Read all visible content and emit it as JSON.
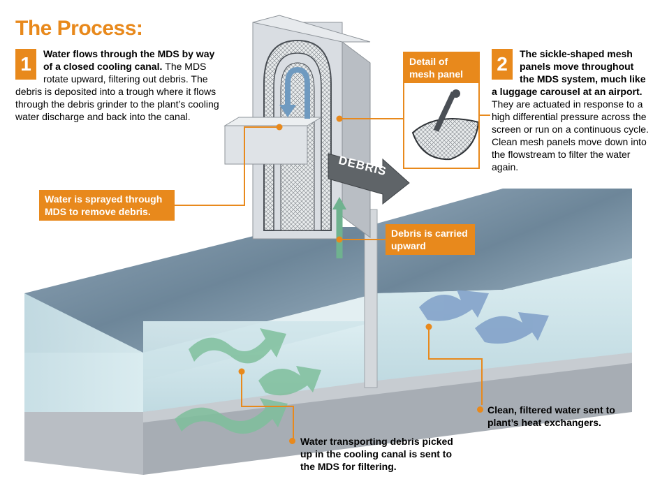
{
  "title": "The Process:",
  "step1": {
    "number": "1",
    "lead": "Water flows through the MDS by way of a closed cooling canal.",
    "body": "The MDS rotate upward, filtering out debris. The debris is deposited into a trough where it flows through the debris grinder to the plant’s cooling water discharge and back into the canal."
  },
  "step2": {
    "number": "2",
    "lead": "The sickle-shaped mesh panels move throughout the MDS system, much like a luggage carousel at an airport.",
    "body": "They are actuated in response to a high differential pressure across the screen or run on a continuous cycle. Clean mesh panels move down into the flowstream to filter the water again."
  },
  "callouts": {
    "detail": "Detail of mesh panel",
    "sprayed": "Water is sprayed through MDS to remove debris.",
    "carried": "Debris is carried upward",
    "debris_arrow": "DEBRIS",
    "clean": "Clean, filtered water sent to plant’s heat exchangers.",
    "transport": "Water transporting debris picked up in the cooling canal is sent to the MDS for filtering."
  },
  "colors": {
    "accent": "#e8891c",
    "water_top": "#7f96a8",
    "water_body": "#cfe4ea",
    "structure": "#d9dde2",
    "arrow_green": "#6fb28f",
    "arrow_blue": "#7f9fc8"
  }
}
